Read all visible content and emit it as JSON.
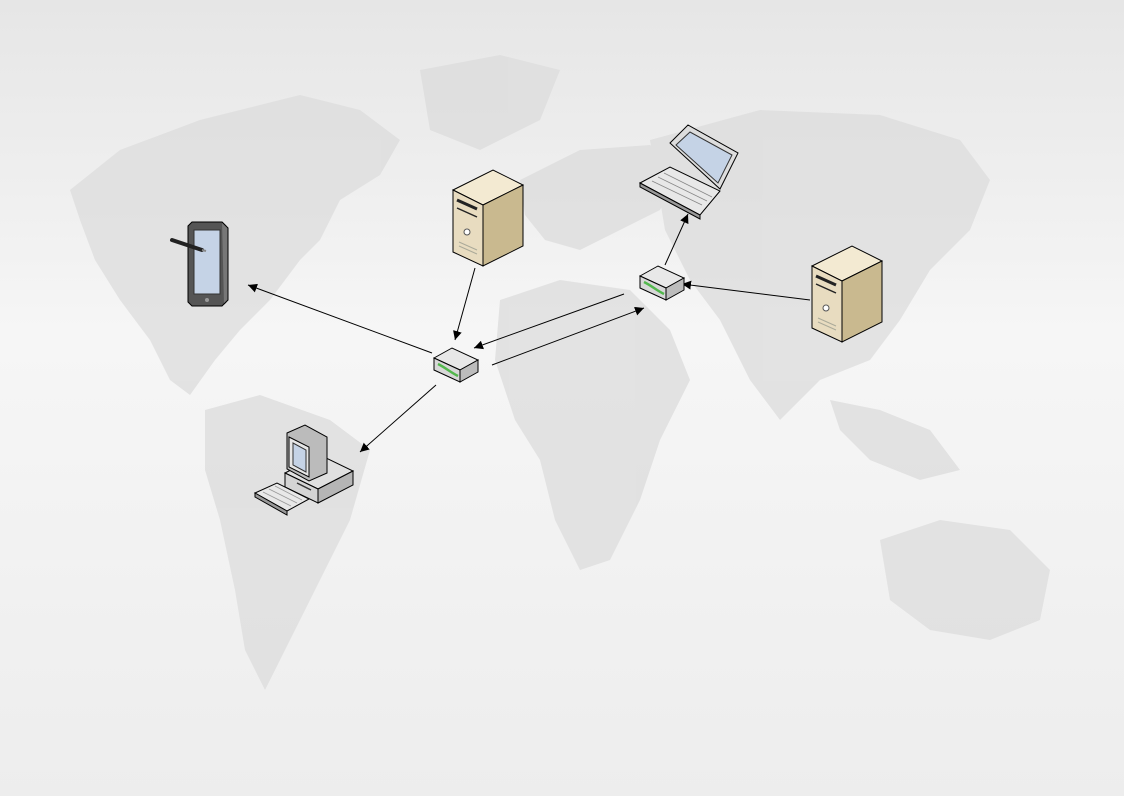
{
  "colors": {
    "background_top": "#e6e6e6",
    "background_mid": "#f6f6f6",
    "world_map": "#dcdcdc",
    "connector": "#000000",
    "server_body": "#e8dcc0",
    "server_side": "#c9b98f",
    "device_screen": "#c5d3e6",
    "router_led": "#53b84d"
  },
  "nodes": [
    {
      "id": "tablet",
      "icon": "tablet-icon"
    },
    {
      "id": "server-center",
      "icon": "server-tower-icon"
    },
    {
      "id": "router-center",
      "icon": "router-icon"
    },
    {
      "id": "pc",
      "icon": "desktop-computer-icon"
    },
    {
      "id": "laptop",
      "icon": "laptop-icon"
    },
    {
      "id": "router-right",
      "icon": "router-icon"
    },
    {
      "id": "server-right",
      "icon": "server-tower-icon"
    }
  ],
  "connections": [
    {
      "from": "server-center",
      "to": "router-center"
    },
    {
      "from": "router-center",
      "to": "tablet"
    },
    {
      "from": "router-center",
      "to": "pc"
    },
    {
      "from": "router-center",
      "to": "router-right"
    },
    {
      "from": "router-right",
      "to": "router-center"
    },
    {
      "from": "router-right",
      "to": "laptop"
    },
    {
      "from": "server-right",
      "to": "router-right"
    }
  ]
}
